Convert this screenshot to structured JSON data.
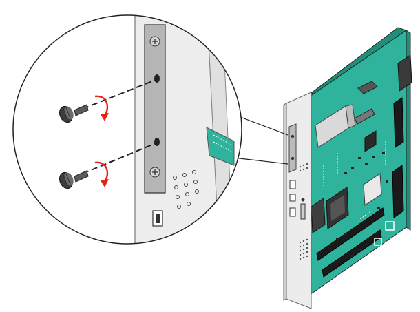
{
  "figure": {
    "kind": "installation-illustration",
    "step": "remove-shield-screws",
    "screw_count": 2,
    "colors": {
      "board": "#2fb39c",
      "board_dark": "#1f8e7b",
      "shield": "#e7e7e7",
      "shield_edge": "#9a9a9a",
      "screw": "#4a4a4a",
      "arrow": "#e2231a",
      "outline": "#222222"
    },
    "icons": [
      "controller-board",
      "metal-shield-plate",
      "thumbscrew-icon",
      "rotate-counterclockwise-arrow",
      "magnifier-callout"
    ]
  }
}
